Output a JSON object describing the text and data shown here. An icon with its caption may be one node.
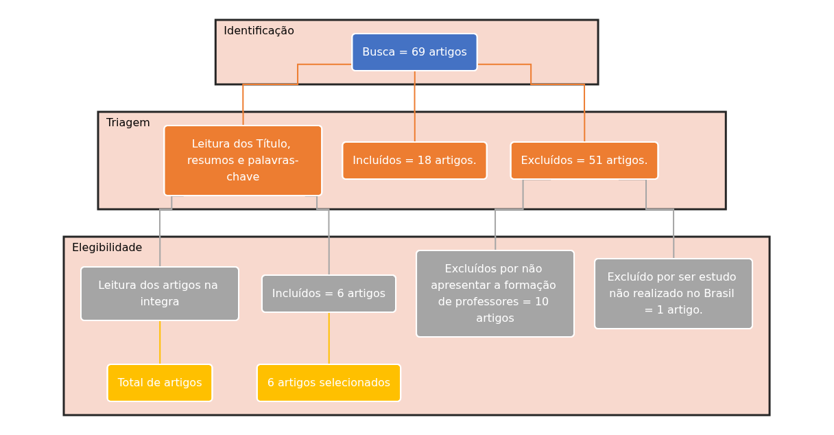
{
  "diagram": {
    "nodes": [
      {
        "text": [
          "Identificação"
        ]
      },
      {
        "text": [
          "Busca = 69 artigos"
        ],
        "in": 0
      },
      {
        "text": [
          "Triagem"
        ]
      },
      {
        "text": [
          "Leitura dos Título, resumos e palavras-chave"
        ],
        "in": 2
      },
      {
        "text": [
          "Incluídos = 18 artigos."
        ],
        "in": 2
      },
      {
        "text": [
          "Excluídos = 51 artigos."
        ],
        "in": 2
      },
      {
        "text": [
          "Elegibilidade"
        ]
      },
      {
        "text": [
          "Leitura dos artigos na integra"
        ],
        "in": 6
      },
      {
        "text": [
          "Incluídos = 6 artigos"
        ],
        "in": 6
      },
      {
        "text": [
          "Excluídos por não apresentar a formação de professores = 10 artigos"
        ],
        "in": 6
      },
      {
        "text": [
          "Excluído por ser estudo não realizado no Brasil = 1 artigo."
        ],
        "in": 6
      },
      {
        "text": [
          "Total de artigos"
        ],
        "in": 6
      },
      {
        "text": [
          "6 artigos selecionados"
        ],
        "in": 6
      }
    ],
    "edges": [
      {
        "from": 1,
        "to": 3,
        "arrow": "none",
        "color": "#ed7d31"
      },
      {
        "from": 1,
        "to": 4,
        "arrow": "none",
        "color": "#ed7d31"
      },
      {
        "from": 1,
        "to": 5,
        "arrow": "none",
        "color": "#ed7d31"
      },
      {
        "from": 3,
        "to": 7,
        "arrow": "none"
      },
      {
        "from": 3,
        "to": 8,
        "arrow": "none"
      },
      {
        "from": 5,
        "to": 9,
        "arrow": "none"
      },
      {
        "from": 5,
        "to": 10,
        "arrow": "none"
      },
      {
        "from": 7,
        "to": 11,
        "arrow": "none",
        "color": "#ffc000"
      },
      {
        "from": 8,
        "to": 12,
        "arrow": "none",
        "color": "#ffc000"
      }
    ]
  }
}
